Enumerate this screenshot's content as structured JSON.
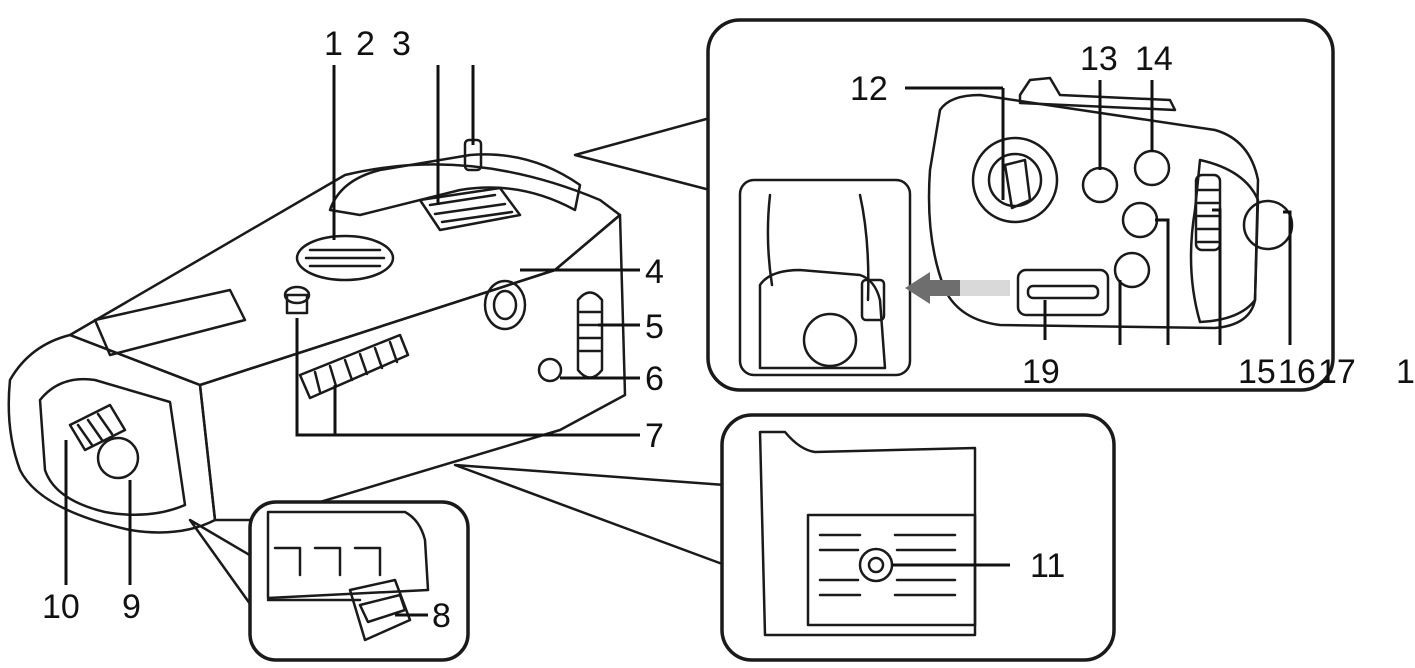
{
  "labels": {
    "l1": "1",
    "l2": "2",
    "l3": "3",
    "l4": "4",
    "l5": "5",
    "l6": "6",
    "l7": "7",
    "l8": "8",
    "l9": "9",
    "l10": "10",
    "l11": "11",
    "l12": "12",
    "l13": "13",
    "l14": "14",
    "l15": "15",
    "l16": "16",
    "l17": "17",
    "l18": "1",
    "l19": "19"
  },
  "colors": {
    "ink": "#1a1a1a",
    "body_grey": "#c9c9c9",
    "body_light": "#e3e3e3",
    "body_dark": "#9a9a9a",
    "panel_fill": "#ffffff"
  }
}
